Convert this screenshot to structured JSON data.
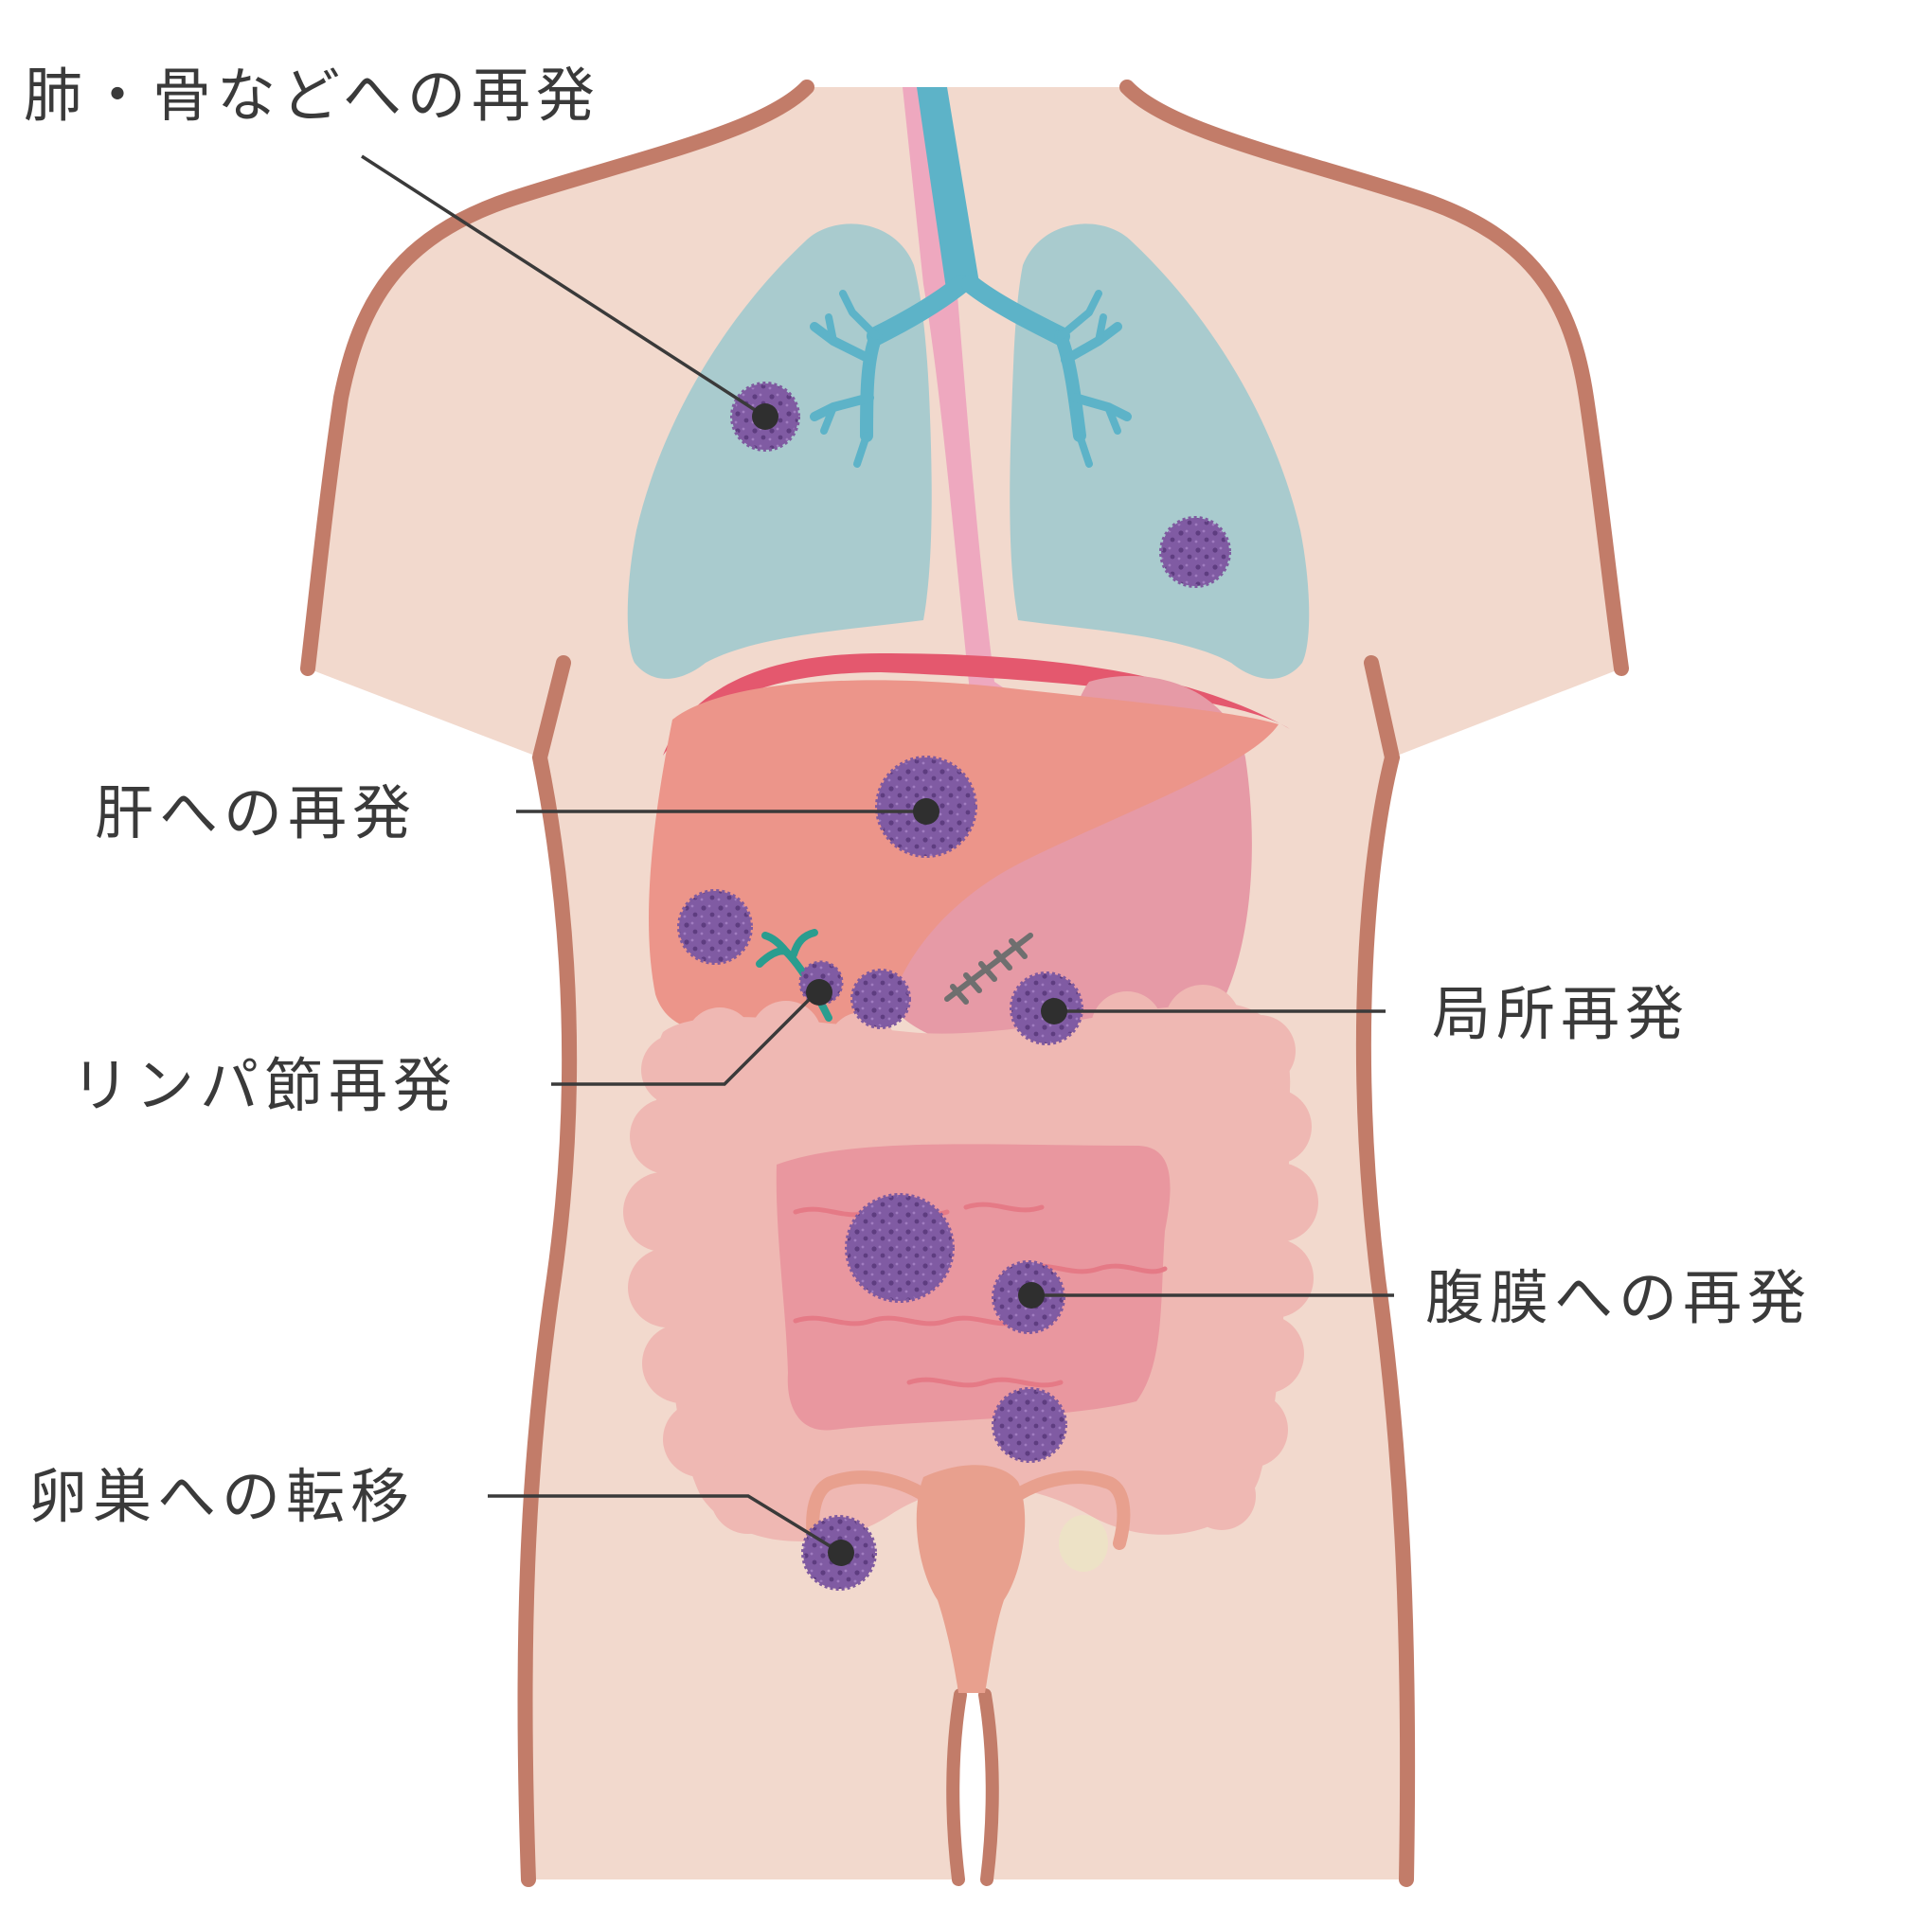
{
  "labels": {
    "lung_bone": "肺・骨などへの再発",
    "liver": "肝への再発",
    "lymph": "リンパ節再発",
    "local": "局所再発",
    "peritoneum": "腹膜への再発",
    "ovary": "卵巣への転移"
  },
  "colors": {
    "skin": "#f2d9cd",
    "outline": "#c27c69",
    "lung": "#a9cbce",
    "trachea": "#5db3c8",
    "esophagus": "#eea8bf",
    "liver": "#ec958a",
    "stomach": "#e69aa6",
    "colon": "#efb8b3",
    "small_intestine": "#e9979f",
    "uterus": "#e8a08e",
    "tumor": "#7f5aa0",
    "tumor_dot": "#5e3d80",
    "lymph_vessel": "#2a9d8f",
    "suture": "#6f6f6f",
    "diaphragm": "#e4586e"
  },
  "icons": {
    "tumor": "tumor-icon",
    "suture": "suture-icon",
    "lymph_vessel": "lymph-vessel-icon"
  }
}
